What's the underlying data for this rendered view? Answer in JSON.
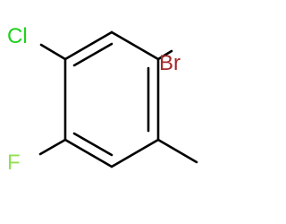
{
  "molecule": {
    "atoms": {
      "chlorine": {
        "symbol": "Cl",
        "color": "#1fd01f"
      },
      "bromine": {
        "symbol": "Br",
        "color": "#a52a2a"
      },
      "fluorine": {
        "symbol": "F",
        "color": "#90e050"
      }
    },
    "bond_color": "#000000"
  }
}
